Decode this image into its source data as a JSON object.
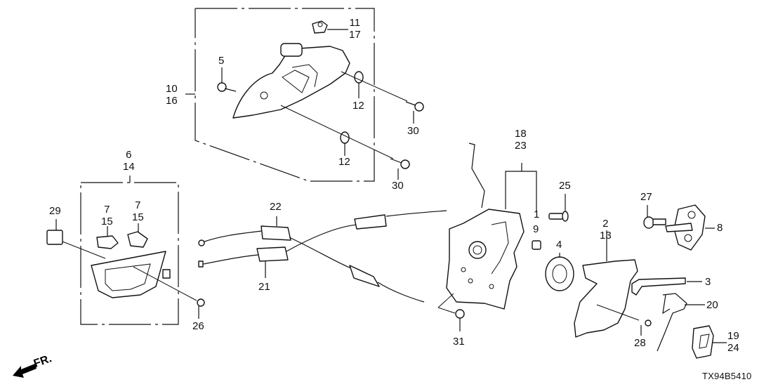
{
  "diagram": {
    "code": "TX94B5410",
    "direction_label": "FR.",
    "callouts": {
      "c10_16": [
        "10",
        "16"
      ],
      "c11_17": [
        "11",
        "17"
      ],
      "c5": [
        "5"
      ],
      "c12a": [
        "12"
      ],
      "c12b": [
        "12"
      ],
      "c30a": [
        "30"
      ],
      "c30b": [
        "30"
      ],
      "c6_14": [
        "6",
        "14"
      ],
      "c29": [
        "29"
      ],
      "c7_15a": [
        "7",
        "15"
      ],
      "c7_15b": [
        "7",
        "15"
      ],
      "c26": [
        "26"
      ],
      "c22": [
        "22"
      ],
      "c21": [
        "21"
      ],
      "c18_23": [
        "18",
        "23"
      ],
      "c1": [
        "1"
      ],
      "c9": [
        "9"
      ],
      "c25": [
        "25"
      ],
      "c4": [
        "4"
      ],
      "c31": [
        "31"
      ],
      "c27": [
        "27"
      ],
      "c8": [
        "8"
      ],
      "c2_13": [
        "2",
        "13"
      ],
      "c3": [
        "3"
      ],
      "c20": [
        "20"
      ],
      "c28": [
        "28"
      ],
      "c19_24": [
        "19",
        "24"
      ]
    }
  }
}
